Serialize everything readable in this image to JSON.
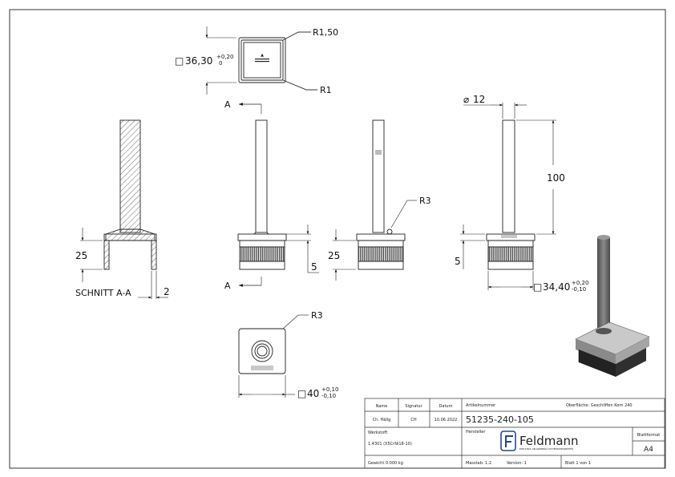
{
  "views": {
    "section_label": "SCHNITT A-A",
    "section_marker": "A",
    "dims": {
      "square_top": "36,30",
      "square_top_tol_upper": "+0,20",
      "square_top_tol_lower": "0",
      "radius_outer": "R1,50",
      "radius_inner": "R1",
      "height_25_left": "25",
      "wall_2": "2",
      "base_5_mid": "5",
      "height_25_mid": "25",
      "radius_r3_side": "R3",
      "diameter_12": "12",
      "length_100": "100",
      "base_5_right": "5",
      "square_right": "34,40",
      "square_right_tol_upper": "+0,20",
      "square_right_tol_lower": "-0,10",
      "radius_r3_bottom": "R3",
      "square_bottom": "40",
      "square_bottom_tol_upper": "+0,10",
      "square_bottom_tol_lower": "-0,10"
    }
  },
  "title_block": {
    "col_name": "Name",
    "col_signatur": "Signatur",
    "col_datum": "Datum",
    "row_label": "Ch. Hällg",
    "row_signatur": "CH",
    "row_datum": "10.06.2022",
    "artikel_label": "Artikelnummer",
    "artikel_value": "51235-240-105",
    "oberflaeche": "Oberfläche:  Geschliffen Korn 240",
    "werkstoff_label": "Werkstoff:",
    "werkstoff_value": "1.4301 (X5CrNi18-10)",
    "hersteller_label": "Hersteller",
    "logo_text": "Feldmann",
    "logo_tagline": "EDELSTAHL GELÄNDERBAU SYSTEMKOMPONENTEN",
    "blattformat_label": "Blattformat",
    "blattformat_value": "A4",
    "gewicht": "Gewicht 0.000 kg",
    "massstab": "Masstab: 1:2",
    "version": "Version: 1",
    "blatt": "Blatt 1 von 1"
  },
  "colors": {
    "line": "#222222",
    "hatch": "#444444",
    "knurl": "#333333",
    "rod_3d": "#6b6b6b",
    "body_3d": "#2a2a2a"
  }
}
